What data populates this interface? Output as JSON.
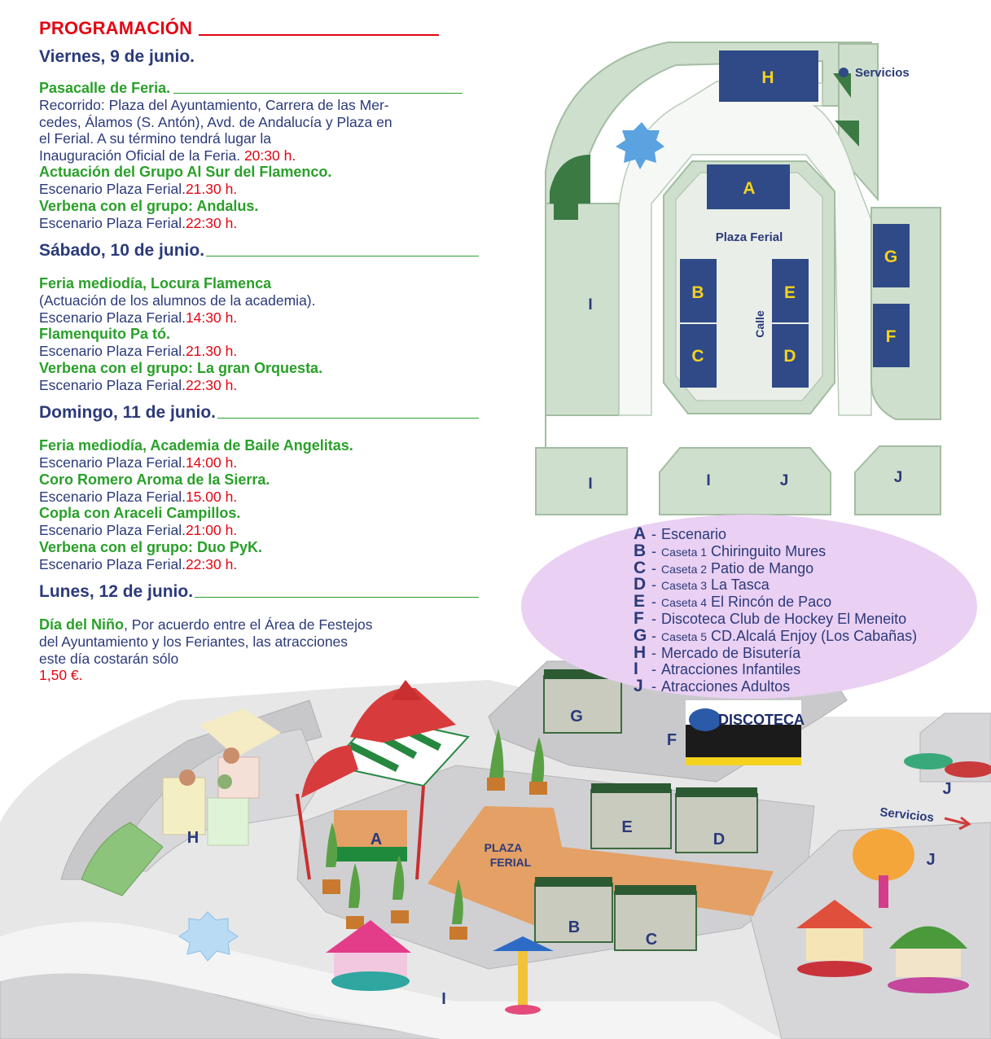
{
  "programacion": {
    "title": "PROGRAMACIÓN",
    "days": [
      {
        "title": "Viernes, 9 de junio.",
        "events": [
          {
            "title": "Pasacalle de Feria.",
            "body": "Recorrido: Plaza del Ayuntamiento, Carrera de las Mer-",
            "body2": "cedes, Álamos (S. Antón), Avd. de Andalucía y Plaza en",
            "body3": "el Ferial. A su término tendrá lugar la",
            "body4": "Inauguración Oficial de la Feria. ",
            "time": "20:30 h."
          },
          {
            "title": "Actuación del Grupo Al Sur del Flamenco.",
            "body": "Escenario Plaza Ferial.",
            "time": "21.30 h."
          },
          {
            "title": "Verbena con el grupo: Andalus.",
            "body": "Escenario Plaza Ferial.",
            "time": "22:30 h."
          }
        ]
      },
      {
        "title": "Sábado, 10 de junio.",
        "events": [
          {
            "title": "Feria mediodía, Locura Flamenca",
            "note": "(Actuación de los alumnos de la academia).",
            "body": "Escenario Plaza Ferial.",
            "time": "14:30 h."
          },
          {
            "title": "Flamenquito Pa tó.",
            "body": "Escenario Plaza Ferial.",
            "time": "21.30 h."
          },
          {
            "title": "Verbena con el grupo: La gran Orquesta.",
            "body": "Escenario Plaza Ferial.",
            "time": "22:30 h."
          }
        ]
      },
      {
        "title": "Domingo, 11 de junio.",
        "events": [
          {
            "title": "Feria mediodía, Academia de Baile Angelitas.",
            "body": "Escenario Plaza Ferial.",
            "time": "14:00 h."
          },
          {
            "title": "Coro Romero Aroma de la Sierra.",
            "body": "Escenario Plaza Ferial.",
            "time": "15.00 h."
          },
          {
            "title": "Copla con Araceli Campillos.",
            "body": "Escenario Plaza Ferial.",
            "time": "21:00 h."
          },
          {
            "title": "Verbena con el grupo: Duo PyK.",
            "body": "Escenario Plaza Ferial.",
            "time": "22:30 h."
          }
        ]
      },
      {
        "title": "Lunes, 12 de junio.",
        "events": [
          {
            "title": "Día del Niño",
            "inline": ", Por acuerdo entre el Área de Festejos",
            "body2": "del Ayuntamiento y los Feriantes, las atracciones",
            "body3": "este día costarán sólo",
            "time": "1,50 €."
          }
        ]
      }
    ]
  },
  "map_top": {
    "labels": {
      "H": "H",
      "A": "A",
      "B": "B",
      "C": "C",
      "D": "D",
      "E": "E",
      "F": "F",
      "G": "G",
      "I": "I",
      "J": "J",
      "plaza": "Plaza Ferial",
      "calle": "Calle",
      "servicios": "Servicios"
    }
  },
  "legend": [
    {
      "letter": "A",
      "small": "",
      "text": "Escenario"
    },
    {
      "letter": "B",
      "small": "Caseta 1",
      "text": "Chiringuito Mures"
    },
    {
      "letter": "C",
      "small": "Caseta 2",
      "text": "Patio de Mango"
    },
    {
      "letter": "D",
      "small": "Caseta 3",
      "text": "La Tasca"
    },
    {
      "letter": "E",
      "small": "Caseta 4",
      "text": "El Rincón de Paco"
    },
    {
      "letter": "F",
      "small": "",
      "text": "Discoteca Club de Hockey El Meneito"
    },
    {
      "letter": "G",
      "small": "Caseta 5",
      "text": "CD.Alcalá Enjoy (Los Cabañas)"
    },
    {
      "letter": "H",
      "small": "",
      "text": "Mercado de Bisutería"
    },
    {
      "letter": "I",
      "small": "",
      "text": "Atracciones Infantiles"
    },
    {
      "letter": "J",
      "small": "",
      "text": "Atracciones Adultos"
    }
  ],
  "map_bottom": {
    "plaza_line1": "PLAZA",
    "plaza_line2": "FERIAL",
    "discoteca": "DISCOTECA",
    "servicios": "Servicios",
    "labels": {
      "A": "A",
      "B": "B",
      "C": "C",
      "D": "D",
      "E": "E",
      "F": "F",
      "G": "G",
      "H": "H",
      "I": "I",
      "J": "J"
    }
  },
  "colors": {
    "red": "#e30613",
    "navy": "#2b3a7a",
    "green": "#2aa02a",
    "booth": "#2f4a86",
    "yellow": "#f5d21e",
    "mapgreen": "#cfdfcd"
  }
}
